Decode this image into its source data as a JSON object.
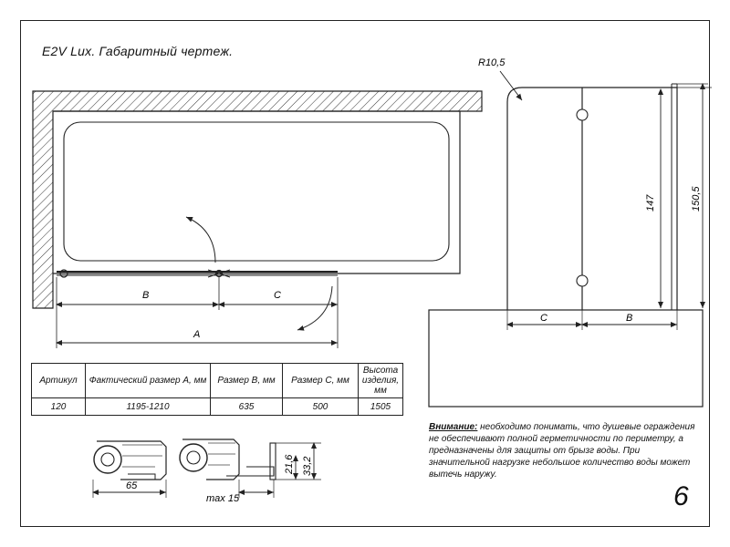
{
  "title": "E2V Lux. Габаритный чертеж.",
  "plan": {
    "label_b": "B",
    "label_c": "C",
    "label_a": "A"
  },
  "side_view": {
    "radius": "R10,5",
    "height_glass": "147",
    "height_total": "150,5",
    "label_c": "C",
    "label_b": "B"
  },
  "profile": {
    "dim_width": "65",
    "dim_max": "max 15",
    "dim_216": "21,6",
    "dim_332": "33,2"
  },
  "table": {
    "headers": [
      "Артикул",
      "Фактический размер А, мм",
      "Размер В, мм",
      "Размер С, мм",
      "Высота изделия, мм"
    ],
    "rows": [
      [
        "120",
        "1195-1210",
        "635",
        "500",
        "1505"
      ]
    ]
  },
  "note": {
    "lead": "Внимание:",
    "text": " необходимо понимать, что душевые ограждения не обеспечивают полной герметичности по периметру, а предназначены для защиты от брызг воды. При значительной нагрузке небольшое количество воды может вытечь наружу."
  },
  "page_number": "6"
}
